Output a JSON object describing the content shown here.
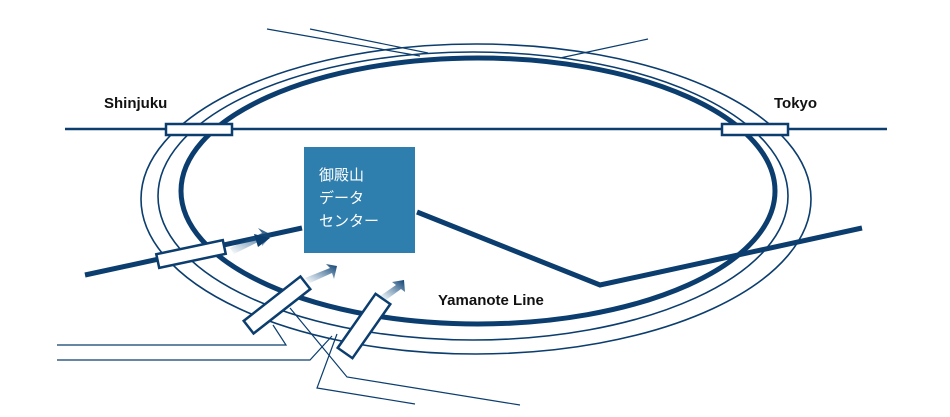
{
  "stations": {
    "shinjuku": "Shinjuku",
    "tokyo": "Tokyo"
  },
  "line_label": "Yamanote Line",
  "datacenter": {
    "lines": [
      "御殿山",
      "データ",
      "センター"
    ]
  },
  "colors": {
    "line": "#0b3d6e",
    "box": "#2f7fae"
  }
}
